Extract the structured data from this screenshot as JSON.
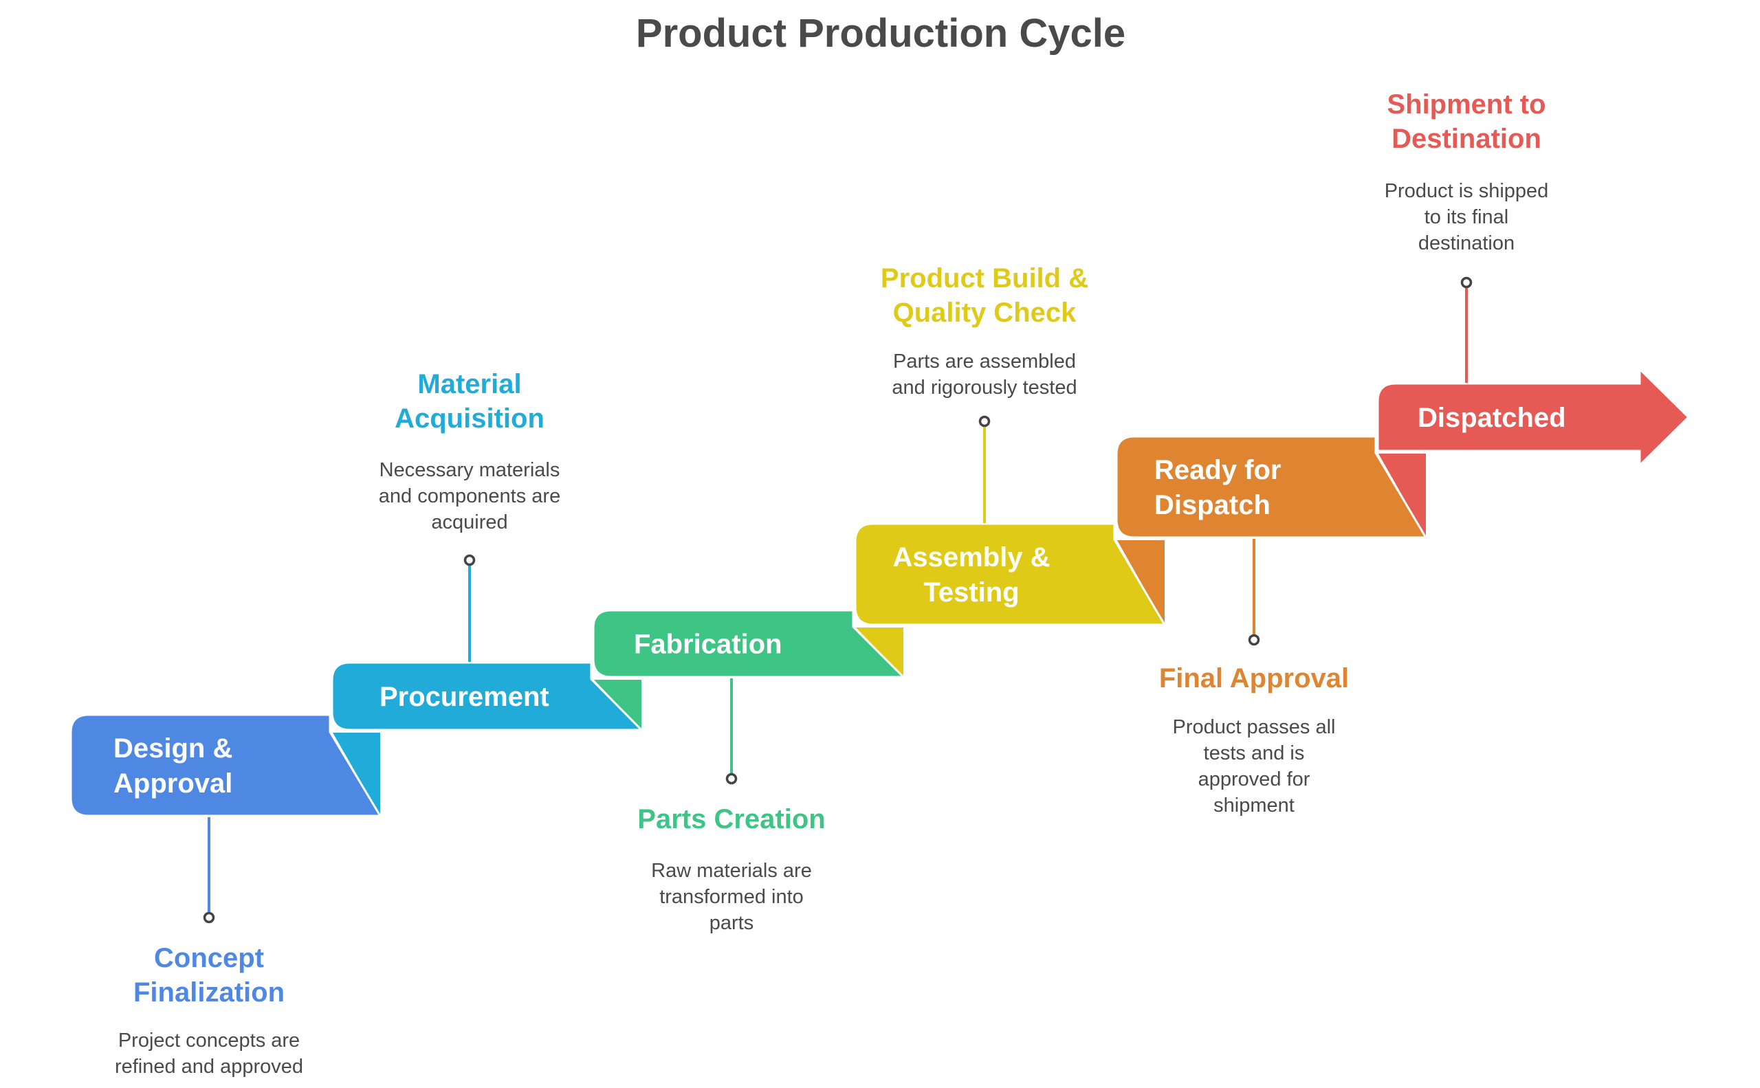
{
  "title": "Product Production Cycle",
  "steps": [
    {
      "id": "design-approval",
      "label": [
        "Design &",
        "Approval"
      ],
      "color": "#4F88E3",
      "annotation": {
        "position": "below",
        "title": [
          "Concept",
          "Finalization"
        ],
        "description": [
          "Project concepts are",
          "refined and approved"
        ]
      }
    },
    {
      "id": "procurement",
      "label": [
        "Procurement"
      ],
      "color": "#20ABD9",
      "annotation": {
        "position": "above",
        "title": [
          "Material",
          "Acquisition"
        ],
        "description": [
          "Necessary materials",
          "and components are",
          "acquired"
        ]
      }
    },
    {
      "id": "fabrication",
      "label": [
        "Fabrication"
      ],
      "color": "#3EC585",
      "annotation": {
        "position": "below",
        "title": [
          "Parts Creation"
        ],
        "description": [
          "Raw materials are",
          "transformed into",
          "parts"
        ]
      }
    },
    {
      "id": "assembly-testing",
      "label": [
        "Assembly &",
        "Testing"
      ],
      "color": "#DFCA17",
      "annotation": {
        "position": "above",
        "title": [
          "Product Build &",
          "Quality Check"
        ],
        "description": [
          "Parts are assembled",
          "and rigorously tested"
        ]
      }
    },
    {
      "id": "ready-for-dispatch",
      "label": [
        "Ready for",
        "Dispatch"
      ],
      "color": "#DF8431",
      "annotation": {
        "position": "below",
        "title": [
          "Final Approval"
        ],
        "description": [
          "Product passes all",
          "tests and is",
          "approved for",
          "shipment"
        ]
      }
    },
    {
      "id": "dispatched",
      "label": [
        "Dispatched"
      ],
      "color": "#E55A55",
      "annotation": {
        "position": "above",
        "title": [
          "Shipment to",
          "Destination"
        ],
        "description": [
          "Product is shipped",
          "to its final",
          "destination"
        ]
      }
    }
  ],
  "colors": {
    "text": "#4a4a4a",
    "connector_dot": "#444444",
    "background": "#ffffff"
  }
}
